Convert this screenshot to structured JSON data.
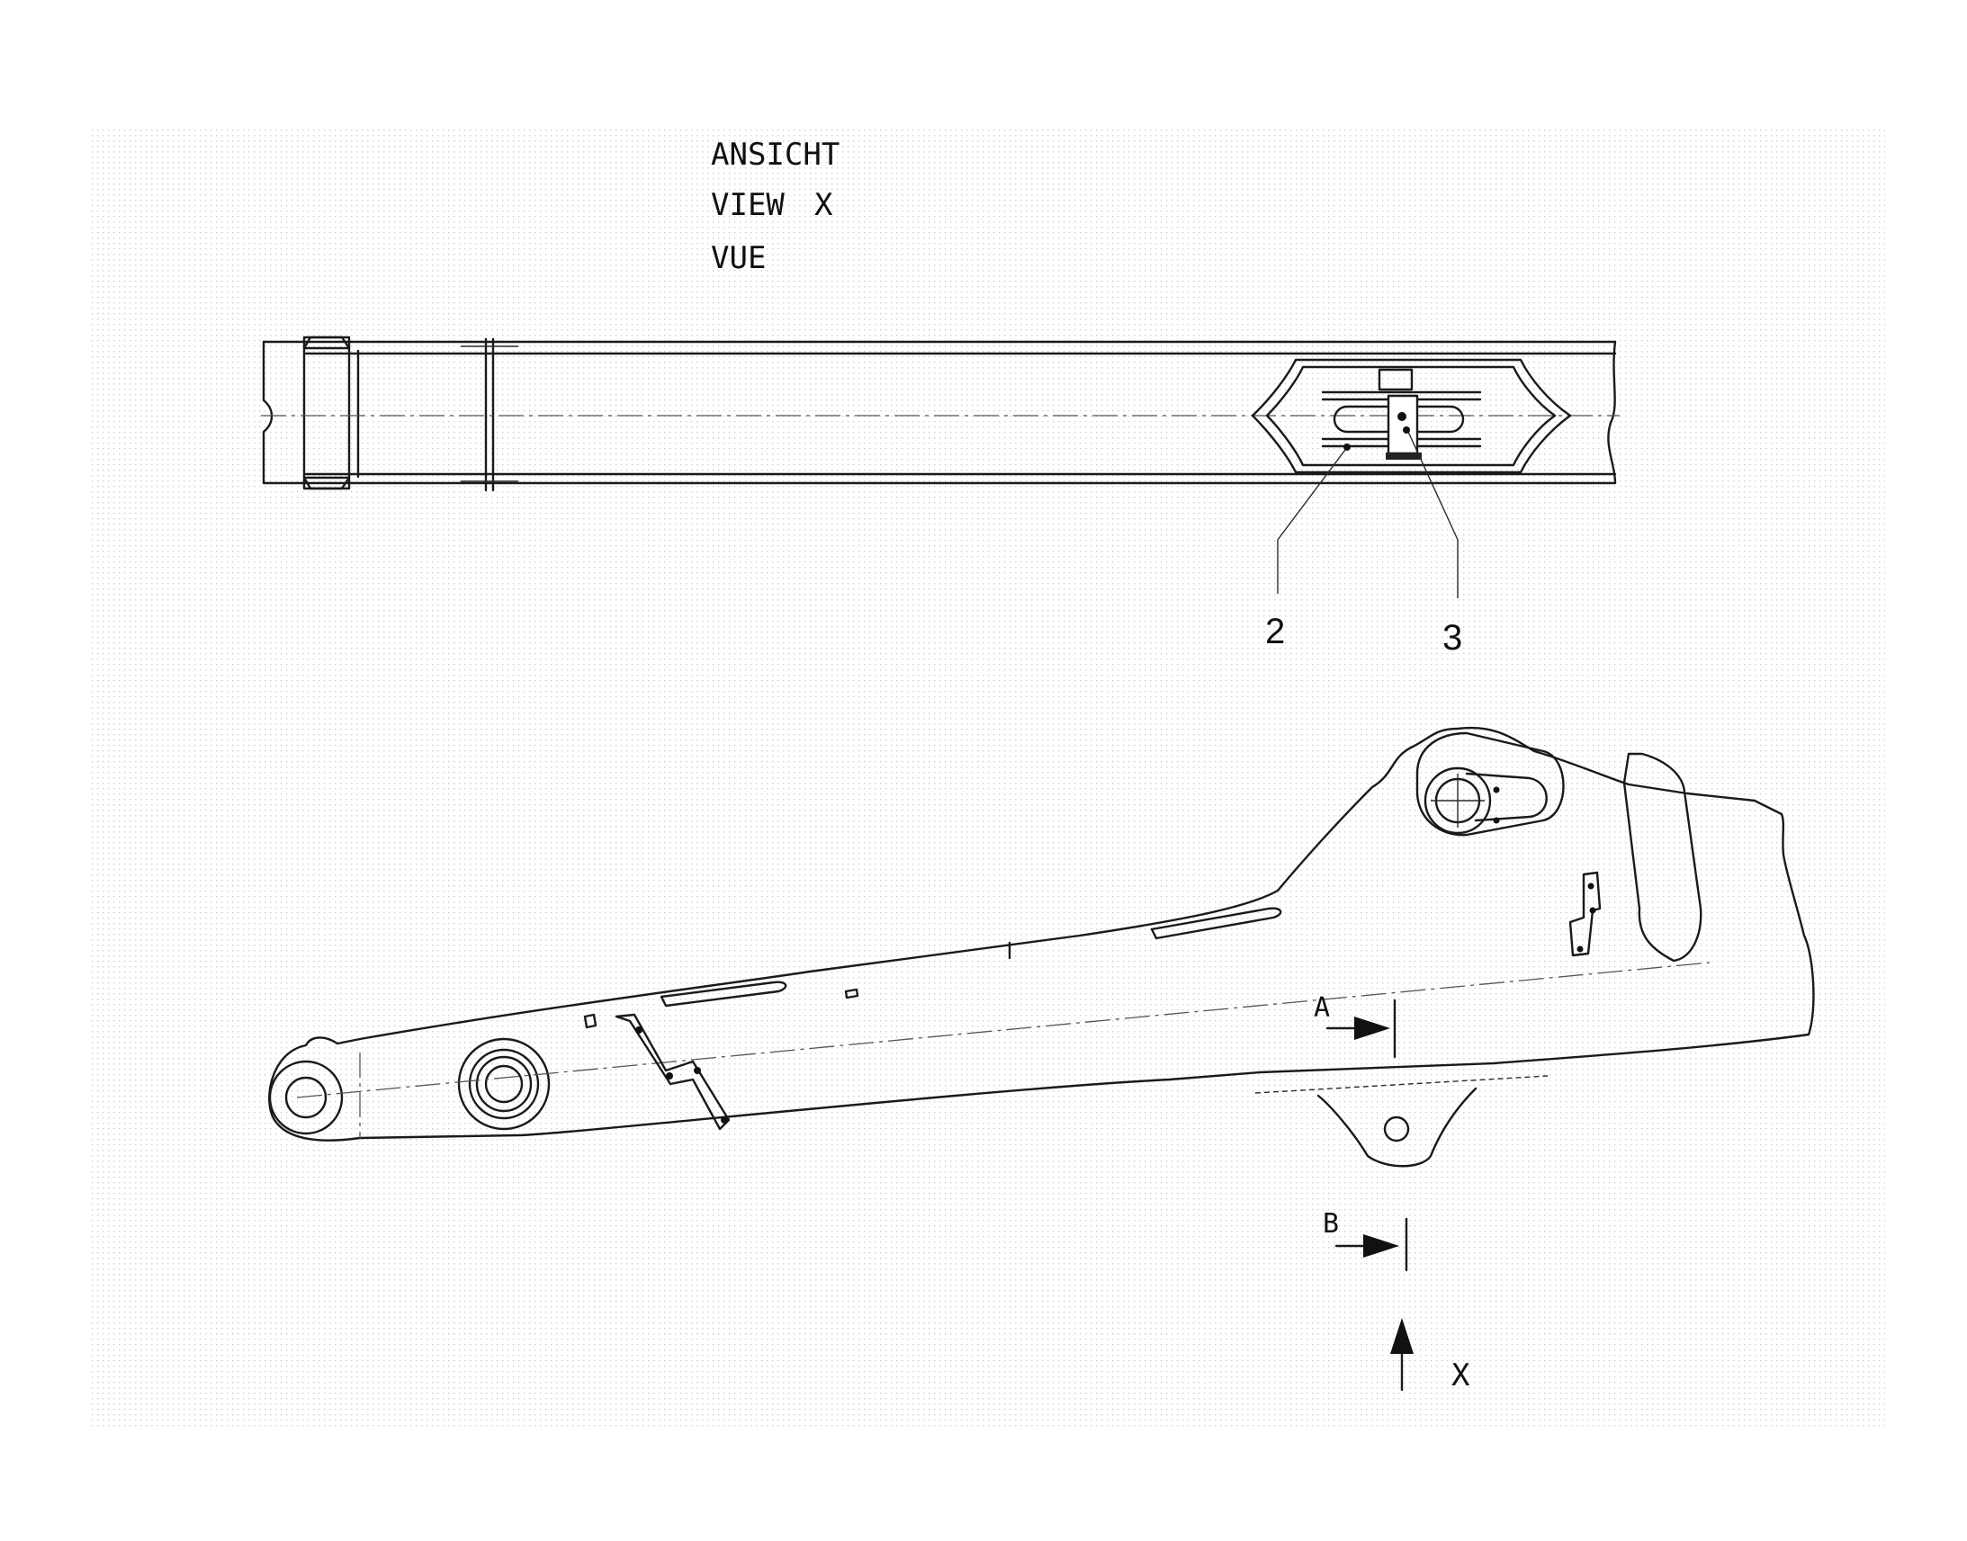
{
  "view_title": {
    "line1": "ANSICHT",
    "line2": "VIEW",
    "line3": "VUE",
    "view_letter": "X"
  },
  "callouts": [
    {
      "label": "2"
    },
    {
      "label": "3"
    }
  ],
  "section_markers": {
    "a": "A",
    "b": "B"
  },
  "view_arrow": {
    "label": "X"
  }
}
